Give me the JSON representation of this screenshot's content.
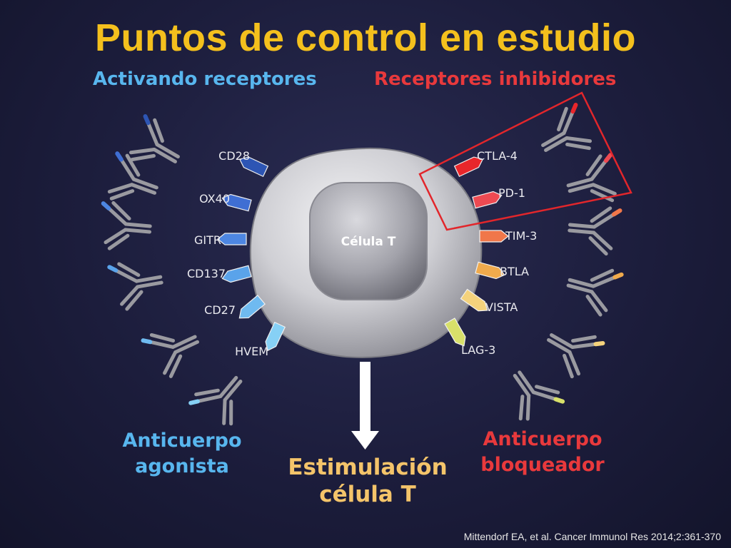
{
  "title": "Puntos de control en estudio",
  "subtitle_left": "Activando receptores",
  "subtitle_right": "Receptores inhibidores",
  "cell_label": "Célula T",
  "activating_receptors": [
    {
      "name": "CD28",
      "color": "#2d55b4"
    },
    {
      "name": "OX40",
      "color": "#3f6ed3"
    },
    {
      "name": "GITR",
      "color": "#4d86e2"
    },
    {
      "name": "CD137",
      "color": "#5aa3ea"
    },
    {
      "name": "CD27",
      "color": "#6fbaf0"
    },
    {
      "name": "HVEM",
      "color": "#86d0f5"
    }
  ],
  "inhibitory_receptors": [
    {
      "name": "CTLA-4",
      "color": "#e8262b"
    },
    {
      "name": "PD-1",
      "color": "#ee4a52"
    },
    {
      "name": "TIM-3",
      "color": "#f0774a"
    },
    {
      "name": "BTLA",
      "color": "#f0aa4c"
    },
    {
      "name": "VISTA",
      "color": "#f4d27c"
    },
    {
      "name": "LAG-3",
      "color": "#d8e06a"
    }
  ],
  "bottom_left": [
    "Anticuerpo",
    "agonista"
  ],
  "bottom_center": [
    "Estimulación",
    "célula  T"
  ],
  "bottom_right": [
    "Anticuerpo",
    "bloqueador"
  ],
  "citation": "Mittendorf EA, et al. Cancer Immunol Res 2014;2:361-370",
  "colors": {
    "title": "#f4c01d",
    "activating": "#58b6ee",
    "inhibitory": "#e8393c",
    "stimulation": "#f4c46a",
    "antibody": "#9a9aa0"
  },
  "icons": [
    "antibody-icon",
    "receptor-icon",
    "down-arrow-icon",
    "highlight-box"
  ]
}
